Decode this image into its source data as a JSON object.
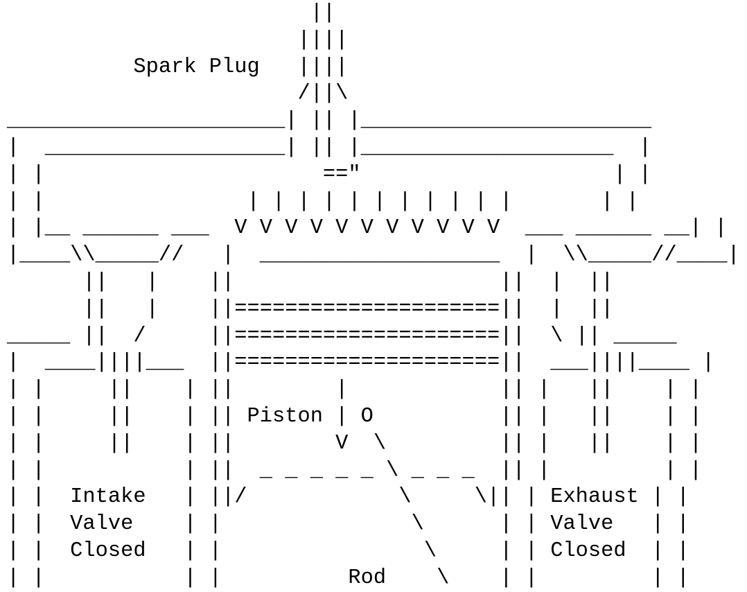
{
  "diagram": {
    "labels": {
      "spark_plug": "Spark Plug",
      "piston": "Piston",
      "rod": "Rod",
      "intake_valve": [
        "Intake",
        "Valve",
        "Closed"
      ],
      "exhaust_valve": [
        "Exhaust",
        "Valve",
        "Closed"
      ]
    },
    "ascii_lines": [
      "                        ||",
      "                       ||||",
      "          Spark Plug   ||||",
      "                       /||\\",
      "______________________| || |______________________",
      "|  ___________________| || |___________________  |",
      "| |                      ==\"                    | |",
      "| |             | | | | | | | | | | |           | |",
      "| |__ ______ ___  V V V V V V V V V V V  ___ ______ __| |",
      "|____\\\\______//   |  __________________  |   \\\\______//____|",
      "      ||  |    ||                  ||  |  ||",
      "      ||  |    ||==================||  |  ||",
      "_____ || /     ||==================||   \\ || _____",
      "|  ____||||___   ||==================||  ___||||____  |",
      "| |    ||    | ||        |         || |    ||    | |",
      "| |    ||    | || Piston | O       || |    ||    | |",
      "| |    ||    | ||        V  \\      || |    ||    | |",
      "| |          | ||   _ _ _ _ _ \\ _ _ _ || |          | |",
      "| |  Intake  | ||/           \\     \\|| |  Exhaust | |",
      "| |  Valve   | |              \\      | |  Valve   | |",
      "| |  Closed  | |               \\     | |  Closed  | |",
      "| |          | |          Rod   \\    | |          | |"
    ],
    "diagram_text": "                        ||\n                       ||||\n          Spark Plug   ||||\n                       /||\\\n______________________| || |_______________________\n|  ___________________| || |____________________  |\n| |                      ==\"                    | |\n| |                | | | | | | | | | | |       | |\n| |__ ______ ___  V V V V V V V V V V V  ___ ______ __| |\n|____\\\\_____//   |  ___________________  |  \\\\_____//____|\n      ||   |    ||                     ||  |  ||\n      ||   |    ||=====================||  |  ||\n_____ ||  /     ||=====================||  \\ || _____\n|  ____||||___  ||=====================||  ___||||____ |\n| |     ||    | ||        |            || |   ||    | |\n| |     ||    | || Piston | O          || |   ||    | |\n| |     ||    | ||        V  \\         || |   ||    | |\n| |           | ||  _ _ _ _ _ \\ _ _ _  || |         | |\n| |  Intake   | ||/            \\     \\|| | Exhaust | |\n| |  Valve    | |               \\      | | Valve   | |\n| |  Closed   | |                \\     | | Closed  | |\n| |           | |          Rod    \\    | |         | |"
  }
}
